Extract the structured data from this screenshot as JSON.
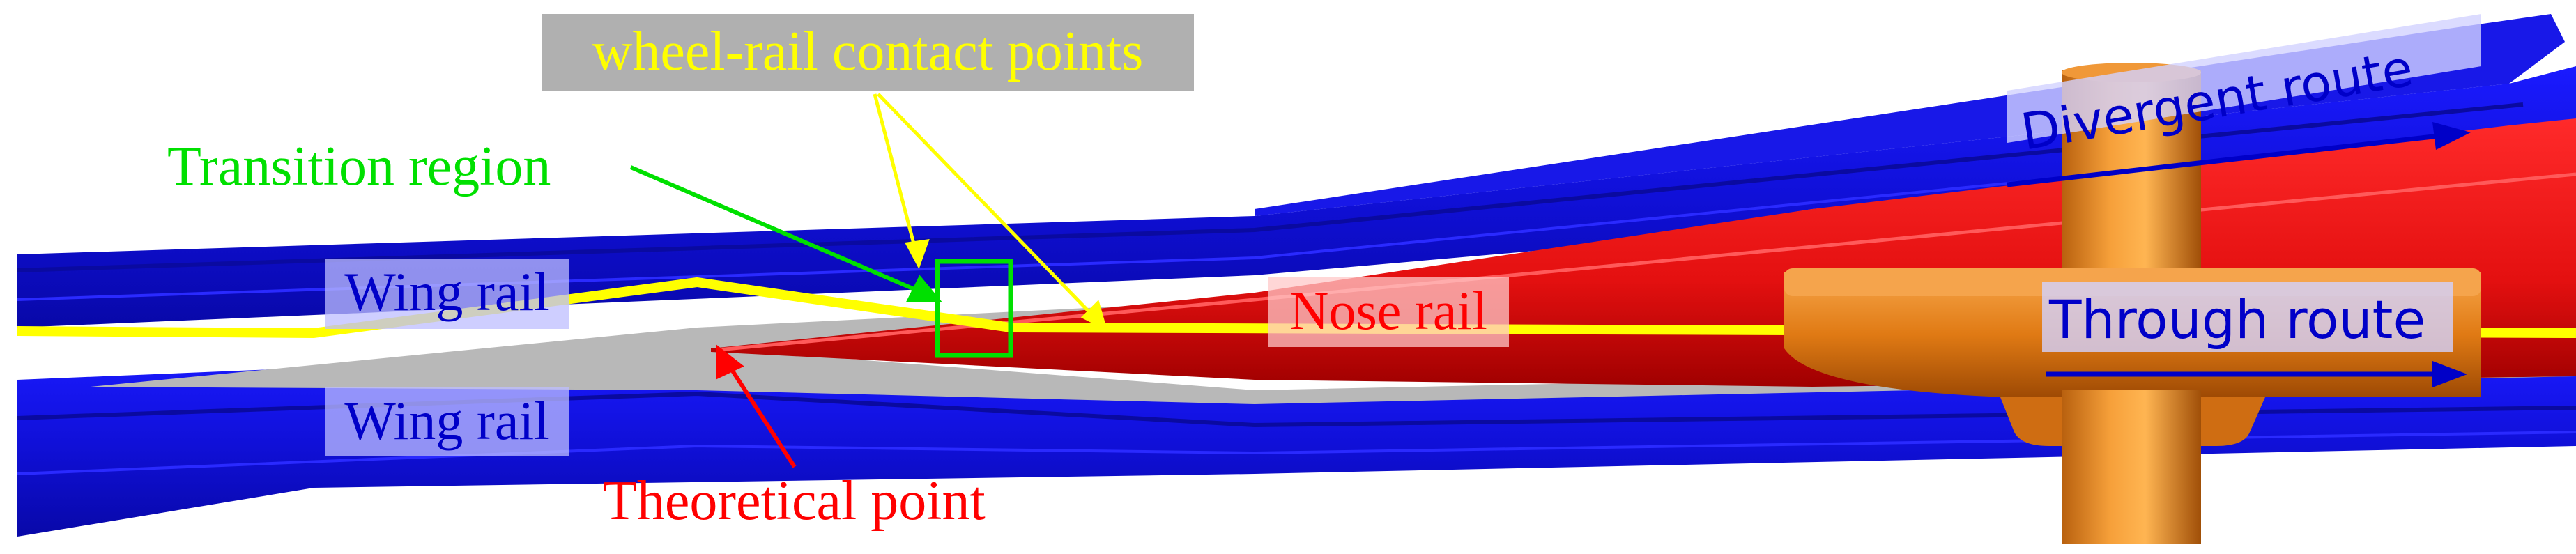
{
  "labels": {
    "contact_points": "wheel-rail contact points",
    "transition_region": "Transition region",
    "wing_rail_upper": "Wing rail",
    "wing_rail_lower": "Wing rail",
    "nose_rail": "Nose rail",
    "theoretical_point": "Theoretical point",
    "divergent_route": "Divergent route",
    "through_route": "Through route"
  },
  "colors": {
    "wing_rail": "#1414e0",
    "wing_rail_dark": "#0a0a9a",
    "nose_rail": "#e01010",
    "nose_rail_dark": "#9a0000",
    "gap": "#b8b8b8",
    "contact_line": "#ffff00",
    "wheel": "#e8841e",
    "wheel_dark": "#a85a10",
    "label_green": "#00e000",
    "label_red": "#ff0000",
    "label_blue": "#0000c8",
    "label_yellow": "#ffff00",
    "label_bg_gray": "#b0b0b0"
  }
}
